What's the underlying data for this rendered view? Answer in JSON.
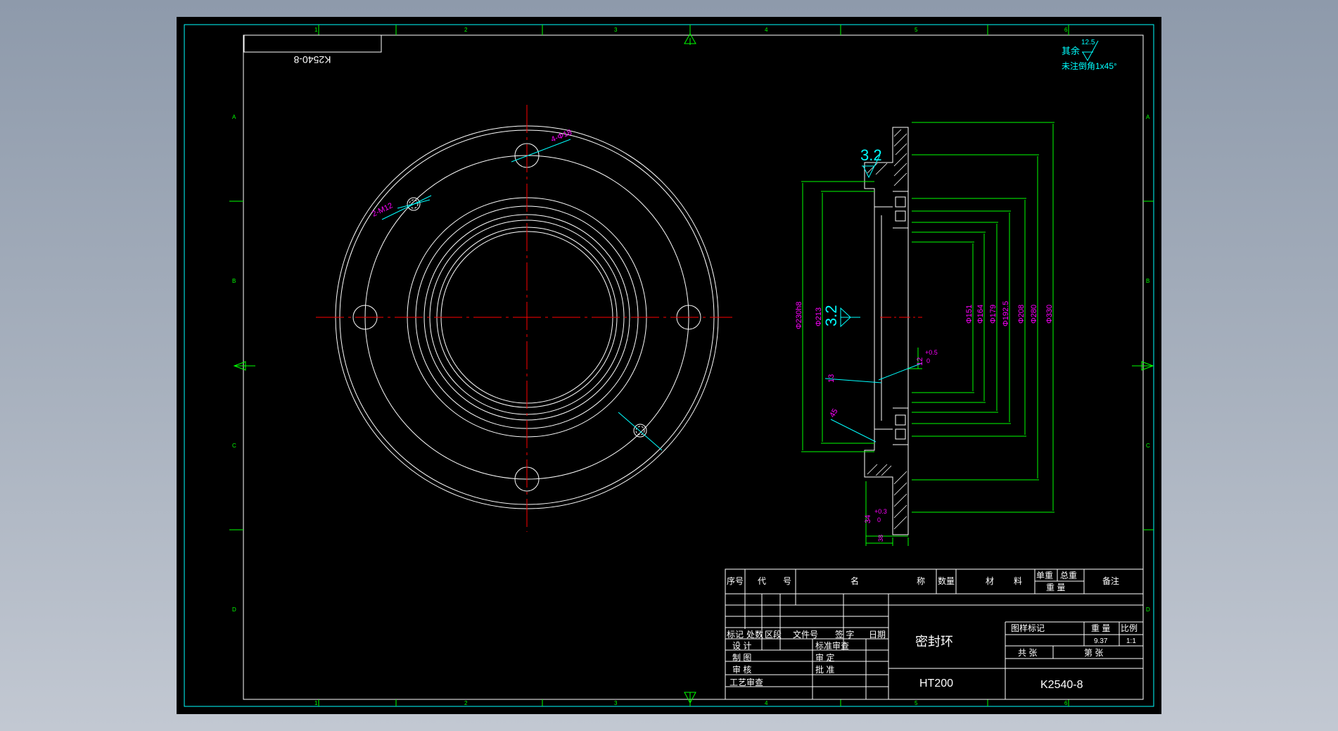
{
  "drawing": {
    "mirrored_code": "K2540-8",
    "notes": {
      "rest_label": "其余",
      "rest_roughness": "12.5",
      "chamfer_note": "未注倒角1x45°"
    },
    "grid_numbers": [
      "1",
      "2",
      "3",
      "4",
      "5",
      "6"
    ],
    "grid_letters": [
      "A",
      "B",
      "C",
      "D"
    ]
  },
  "front_view": {
    "hole_label_4": "4-Φ18",
    "hole_label_2": "2-M12"
  },
  "section_view": {
    "roughness_top": "3.2",
    "roughness_mid": "3.2",
    "dims_left": [
      "Φ230h8",
      "Φ213"
    ],
    "dims_right": [
      "Φ151",
      "Φ164",
      "Φ179",
      "Φ192.5",
      "Φ208",
      "Φ280",
      "Φ330"
    ],
    "depth_tol": "12",
    "depth_tol_up": "+0.5",
    "depth_tol_low": "0",
    "small_dim_a": "13",
    "small_dim_b": "45",
    "bottom_dim": "34",
    "bottom_tol_up": "+0.3",
    "bottom_tol_low": "0",
    "bottom_total": "38"
  },
  "title_block": {
    "hdr_seq": "序号",
    "hdr_code_1": "代",
    "hdr_code_2": "号",
    "hdr_name_1": "名",
    "hdr_name_2": "称",
    "hdr_qty": "数量",
    "hdr_mat_1": "材",
    "hdr_mat_2": "料",
    "hdr_unit_weight": "单重",
    "hdr_total_weight": "总重",
    "hdr_weight": "重 量",
    "hdr_remark": "备注",
    "rev_mark": "标记",
    "rev_count": "处数",
    "rev_zone": "区段",
    "rev_docno": "文件号",
    "rev_sign": "签 字",
    "rev_date": "日期",
    "design": "设 计",
    "std_check": "标准审查",
    "draw": "制 图",
    "review": "审 定",
    "audit": "审 核",
    "approve": "批 准",
    "process_check": "工艺审查",
    "part_name": "密封环",
    "material": "HT200",
    "sample_mark": "图样标记",
    "weight_label": "重 量",
    "scale_label": "比例",
    "weight_value": "9.37",
    "scale_value": "1:1",
    "sheets_total": "共 张",
    "sheet_no": "第 张",
    "drawing_no": "K2540-8"
  },
  "colors": {
    "frame": "#ffffff",
    "outer_frame": "#00ffff",
    "center_line": "#ff0000",
    "dimension": "#00ff00",
    "dim_text": "#ff00ff",
    "annotation": "#00ffff",
    "background": "#000000"
  }
}
